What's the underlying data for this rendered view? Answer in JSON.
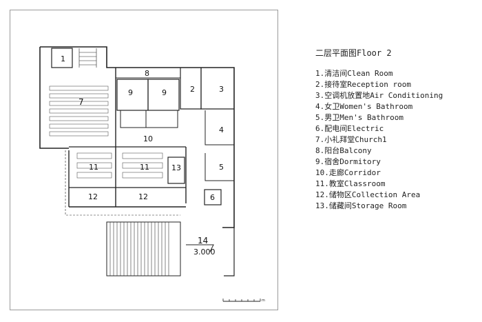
{
  "legend": {
    "title": "二层平面图Floor 2",
    "items": [
      {
        "num": "1",
        "text": "1.清洁间Clean Room"
      },
      {
        "num": "2",
        "text": "2.接待室Reception room"
      },
      {
        "num": "3",
        "text": "3.空调机放置地Air Conditioning"
      },
      {
        "num": "4",
        "text": "4.女卫Women's Bathroom"
      },
      {
        "num": "5",
        "text": "5.男卫Men's Bathroom"
      },
      {
        "num": "6",
        "text": "6.配电间Electric"
      },
      {
        "num": "7",
        "text": "7.小礼拜堂Church1"
      },
      {
        "num": "8",
        "text": "8.阳台Balcony"
      },
      {
        "num": "9",
        "text": "9.宿舍Dormitory"
      },
      {
        "num": "10",
        "text": "10.走廊Corridor"
      },
      {
        "num": "11",
        "text": "11.教室Classroom"
      },
      {
        "num": "12",
        "text": "12.储物区Collection Area"
      },
      {
        "num": "13",
        "text": "13.储藏间Storage Room"
      }
    ]
  },
  "plan": {
    "rooms": [
      {
        "key": "clean",
        "label": "1"
      },
      {
        "key": "reception",
        "label": "2"
      },
      {
        "key": "aircon",
        "label": "3"
      },
      {
        "key": "women",
        "label": "4"
      },
      {
        "key": "men",
        "label": "5"
      },
      {
        "key": "electric",
        "label": "6"
      },
      {
        "key": "church",
        "label": "7"
      },
      {
        "key": "balcony",
        "label": "8"
      },
      {
        "key": "dorm-a",
        "label": "9"
      },
      {
        "key": "dorm-b",
        "label": "9"
      },
      {
        "key": "corridor",
        "label": "10"
      },
      {
        "key": "class-a",
        "label": "11"
      },
      {
        "key": "class-b",
        "label": "11"
      },
      {
        "key": "storage",
        "label": "13"
      },
      {
        "key": "collect-a",
        "label": "12"
      },
      {
        "key": "collect-b",
        "label": "12"
      },
      {
        "key": "stair",
        "label": "14"
      }
    ],
    "level_mark": "3.000",
    "scale_unit": "m"
  }
}
